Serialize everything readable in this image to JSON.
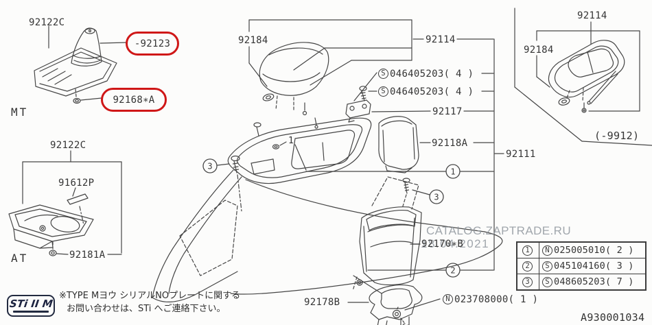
{
  "doc": {
    "number": "A930001034"
  },
  "watermark": {
    "line1": "CATALOG.ZAPTRADE.RU",
    "line2": "18.04.2021"
  },
  "colors": {
    "line": "#454545",
    "red_highlight": "#cf1717",
    "watermark": "#8d949b"
  },
  "labels": {
    "mt_group": {
      "boot_frame": "92122C",
      "boot": "-92123",
      "grommet": "92168∗A",
      "variant": "MT"
    },
    "at_group": {
      "boot_frame": "92122C",
      "plate": "91612P",
      "grommet": "92181A",
      "variant": "AT"
    },
    "armrest_lid": "92184",
    "armrest_assy": "92114",
    "hinge": "92117",
    "cupholder": "92118A",
    "console_assy": "92111",
    "pocket": "92170∗B",
    "bracket": "92178B",
    "right_inset": {
      "assy": "92114",
      "lid": "92184",
      "range": "(-9912)"
    },
    "callout_1": "1"
  },
  "hardware": {
    "screw_top_1": {
      "prefix": "S",
      "code": "046405203",
      "qty": "( 4 )"
    },
    "screw_top_2": {
      "prefix": "S",
      "code": "046405203",
      "qty": "( 4 )"
    },
    "nut_bottom": {
      "prefix": "N",
      "code": "023708000",
      "qty": "( 1 )"
    }
  },
  "fastener_table": {
    "rows": [
      {
        "num": "1",
        "prefix": "N",
        "code": "025005010",
        "qty": " ( 2 )"
      },
      {
        "num": "2",
        "prefix": "S",
        "code": "045104160",
        "qty": " ( 3 )"
      },
      {
        "num": "3",
        "prefix": "S",
        "code": "048605203",
        "qty": "( 7 )"
      }
    ]
  },
  "diagram_callouts": {
    "c1": "1",
    "c2": "2",
    "c3": "3"
  },
  "note": {
    "line1": "※TYPE Mヨウ シリアルNOプレートに関する",
    "line2": "お問い合わせは、STi へご連絡下さい。"
  },
  "badge": {
    "text": "STi II M"
  }
}
